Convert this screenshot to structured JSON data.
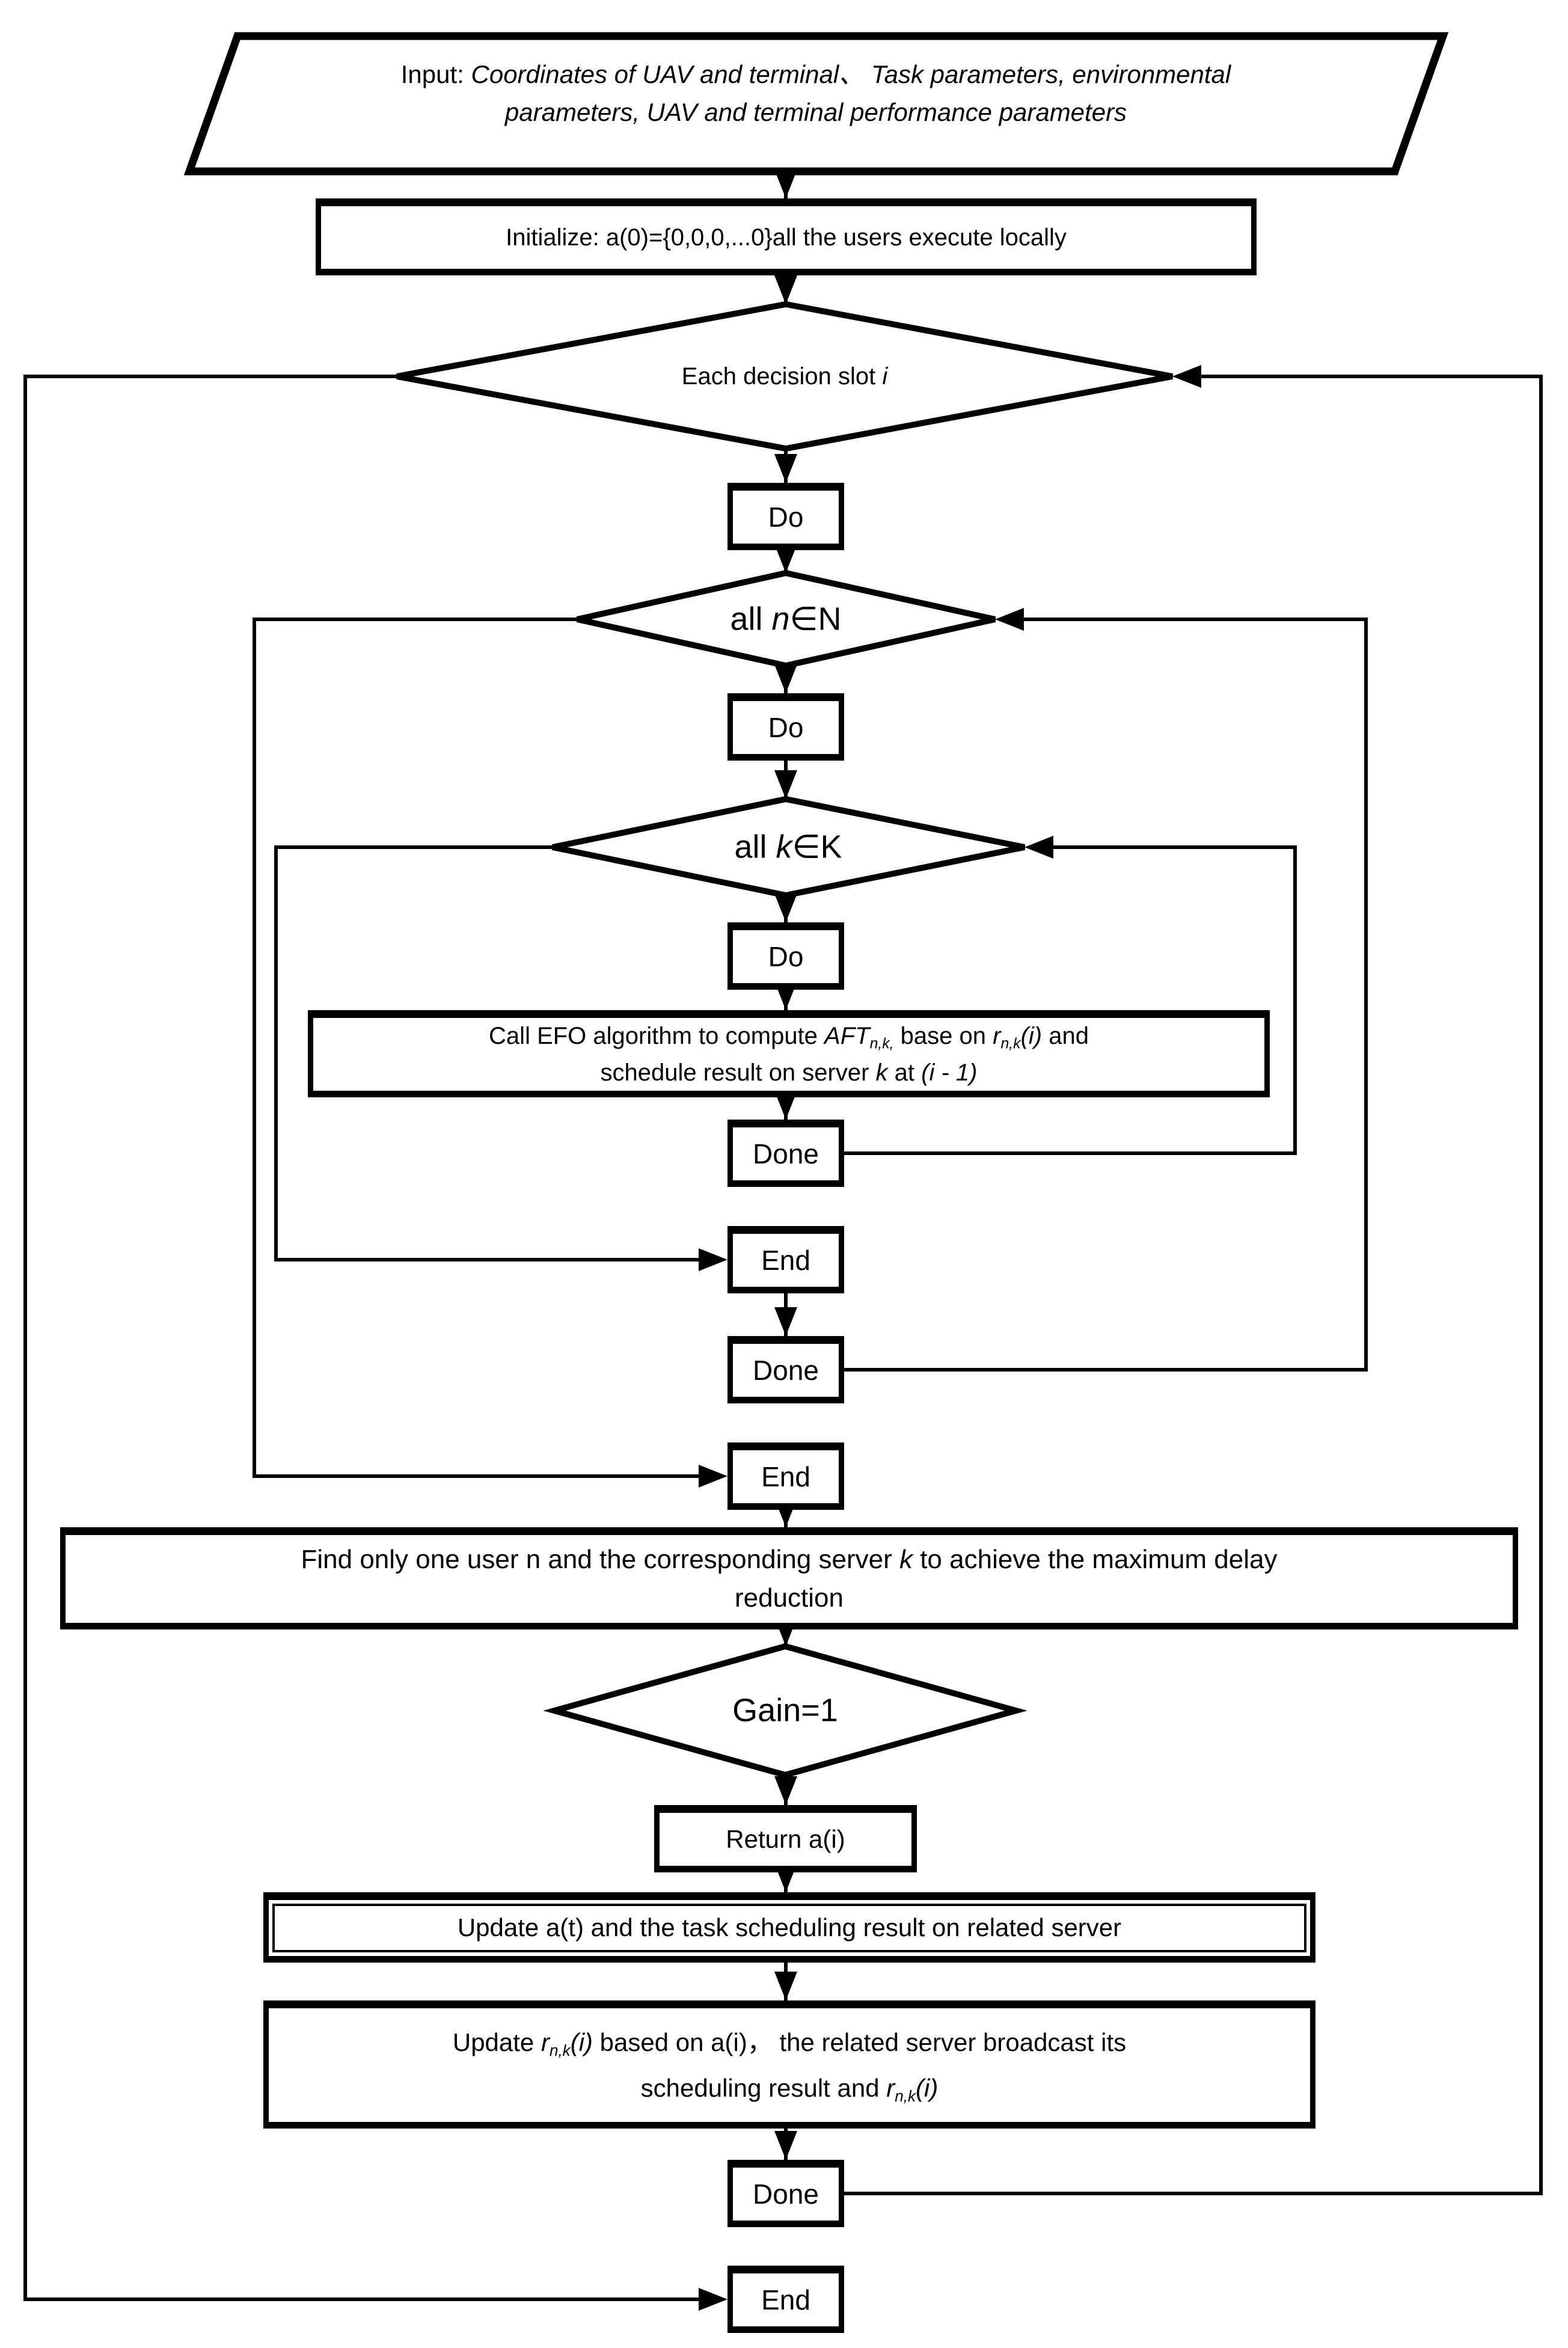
{
  "palette": {
    "background": "#ffffff",
    "line": "#000000",
    "text": "#000000"
  },
  "nodes": {
    "input": {
      "type": "input-parallelogram",
      "segments": [
        {
          "style": "normal",
          "text": "Input: "
        },
        {
          "style": "italic",
          "text": "Coordinates of UAV and terminal、 Task parameters, environmental"
        },
        {
          "style": "br"
        },
        {
          "style": "italic",
          "text": "parameters, UAV and terminal performance parameters"
        }
      ]
    },
    "initialize": {
      "type": "process",
      "label": "Initialize: a(0)={0,0,0,...0}all the users execute locally"
    },
    "decision_slot": {
      "type": "decision",
      "segments": [
        {
          "style": "normal",
          "text": "Each decision slot "
        },
        {
          "style": "italic",
          "text": "i"
        }
      ]
    },
    "do1": {
      "type": "process",
      "label": "Do"
    },
    "all_n": {
      "type": "decision",
      "segments": [
        {
          "style": "normal",
          "text": "all "
        },
        {
          "style": "italic",
          "text": "n"
        },
        {
          "style": "normal",
          "text": "∈N"
        }
      ]
    },
    "do2": {
      "type": "process",
      "label": "Do"
    },
    "all_k": {
      "type": "decision",
      "segments": [
        {
          "style": "normal",
          "text": "all "
        },
        {
          "style": "italic",
          "text": "k"
        },
        {
          "style": "normal",
          "text": "∈K"
        }
      ]
    },
    "do3": {
      "type": "process",
      "label": "Do"
    },
    "call_efo": {
      "type": "process",
      "segments": [
        {
          "style": "normal",
          "text": "Call EFO algorithm to compute "
        },
        {
          "style": "italic",
          "text": "AFT"
        },
        {
          "style": "sub",
          "text": "n,k,"
        },
        {
          "style": "normal",
          "text": " base on "
        },
        {
          "style": "italic",
          "text": "r"
        },
        {
          "style": "sub",
          "text": "n,k"
        },
        {
          "style": "italic",
          "text": "(i)"
        },
        {
          "style": "normal",
          "text": " and"
        },
        {
          "style": "br"
        },
        {
          "style": "normal",
          "text": "schedule result on server "
        },
        {
          "style": "italic",
          "text": "k"
        },
        {
          "style": "normal",
          "text": " at "
        },
        {
          "style": "italic",
          "text": "(i - 1)"
        }
      ]
    },
    "done1": {
      "type": "process",
      "label": "Done"
    },
    "end1": {
      "type": "process",
      "label": "End"
    },
    "done2": {
      "type": "process",
      "label": "Done"
    },
    "end2": {
      "type": "process",
      "label": "End"
    },
    "find": {
      "type": "process",
      "segments": [
        {
          "style": "normal",
          "text": "Find only one user n and the corresponding server "
        },
        {
          "style": "italic",
          "text": "k"
        },
        {
          "style": "normal",
          "text": " to achieve the maximum delay"
        },
        {
          "style": "br"
        },
        {
          "style": "normal",
          "text": "reduction"
        }
      ]
    },
    "gain": {
      "type": "decision",
      "label": "Gain=1"
    },
    "return_a": {
      "type": "process",
      "label": "Return a(i)"
    },
    "update_a": {
      "type": "process",
      "label": "Update a(t) and the task scheduling result on related server"
    },
    "update_r": {
      "type": "process",
      "segments": [
        {
          "style": "normal",
          "text": "Update "
        },
        {
          "style": "italic",
          "text": "r"
        },
        {
          "style": "sub",
          "text": "n,k"
        },
        {
          "style": "italic",
          "text": "(i)"
        },
        {
          "style": "normal",
          "text": " based on a(i)，  the related server broadcast its"
        },
        {
          "style": "br"
        },
        {
          "style": "normal",
          "text": "scheduling result and "
        },
        {
          "style": "italic",
          "text": "r"
        },
        {
          "style": "sub",
          "text": "n,k"
        },
        {
          "style": "italic",
          "text": "(i)"
        }
      ]
    },
    "done3": {
      "type": "process",
      "label": "Done"
    },
    "end3": {
      "type": "process",
      "label": "End"
    }
  }
}
